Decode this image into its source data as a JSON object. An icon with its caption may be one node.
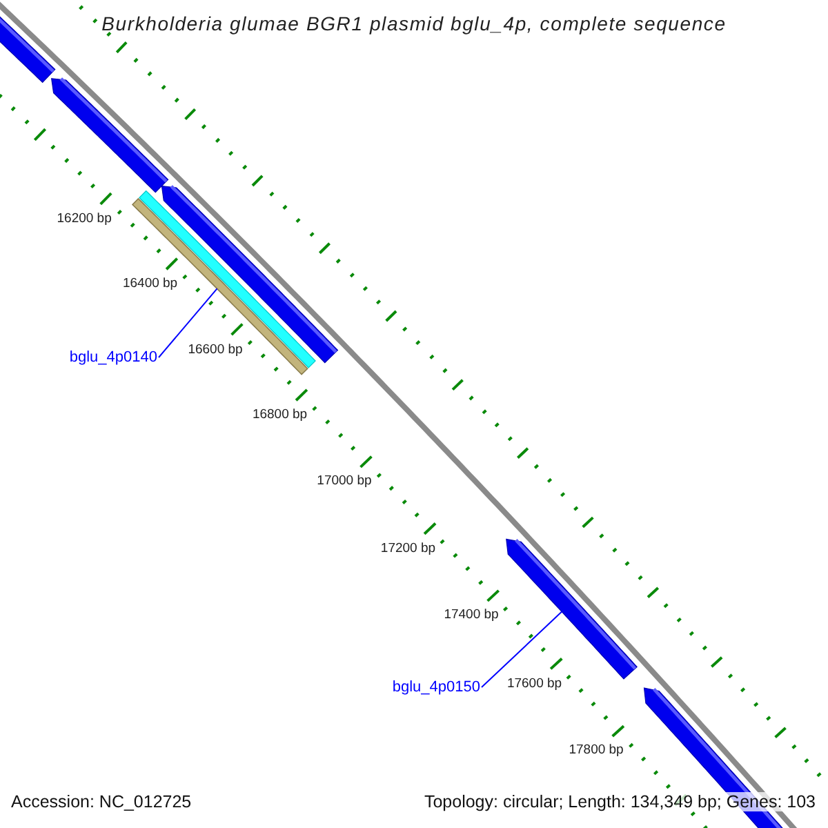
{
  "diagram": {
    "title": "Burkholderia glumae BGR1 plasmid bglu_4p, complete sequence",
    "nodes": [
      {
        "text": [
          "bglu_4p0140"
        ]
      },
      {
        "text": [],
        "shape": "bar"
      },
      {
        "text": [
          "bglu_4p0150"
        ]
      },
      {
        "text": [],
        "shape": "bar"
      }
    ],
    "edges": [
      {
        "from": 0,
        "to": 1,
        "arrow": "none"
      },
      {
        "from": 2,
        "to": 3,
        "arrow": "none"
      }
    ],
    "labels": [
      "16200 bp",
      "16400 bp",
      "16600 bp",
      "16800 bp",
      "17000 bp",
      "17200 bp",
      "17400 bp",
      "17600 bp",
      "17800 bp",
      "Accession: NC_012725",
      "Topology: circular; Length: 134,349 bp; Genes: 103"
    ]
  }
}
